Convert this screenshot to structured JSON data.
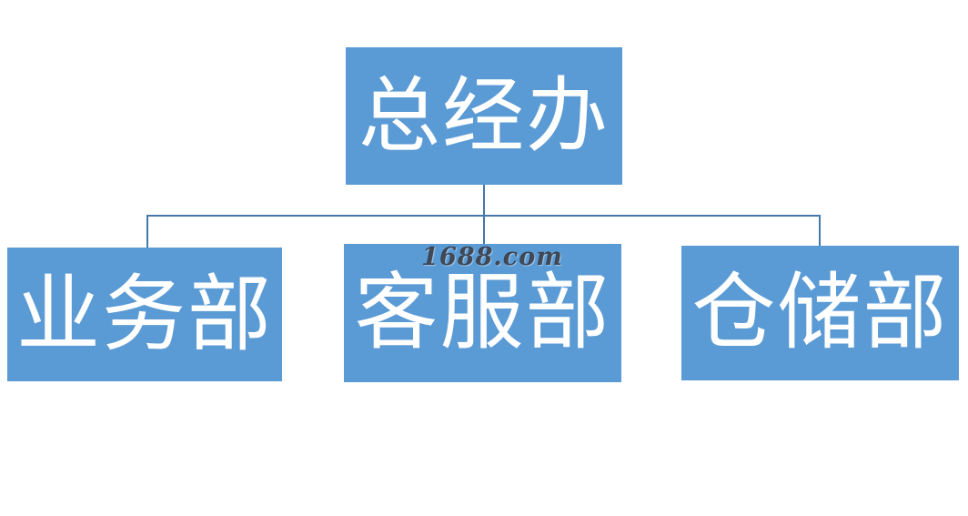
{
  "org_chart": {
    "root": {
      "label": "总经办"
    },
    "children": [
      {
        "label": "业务部"
      },
      {
        "label": "客服部"
      },
      {
        "label": "仓储部"
      }
    ],
    "colors": {
      "box_fill": "#5b9bd5",
      "box_text": "#ffffff",
      "connector": "#4478aa"
    }
  },
  "watermark": {
    "text": "1688.com"
  }
}
